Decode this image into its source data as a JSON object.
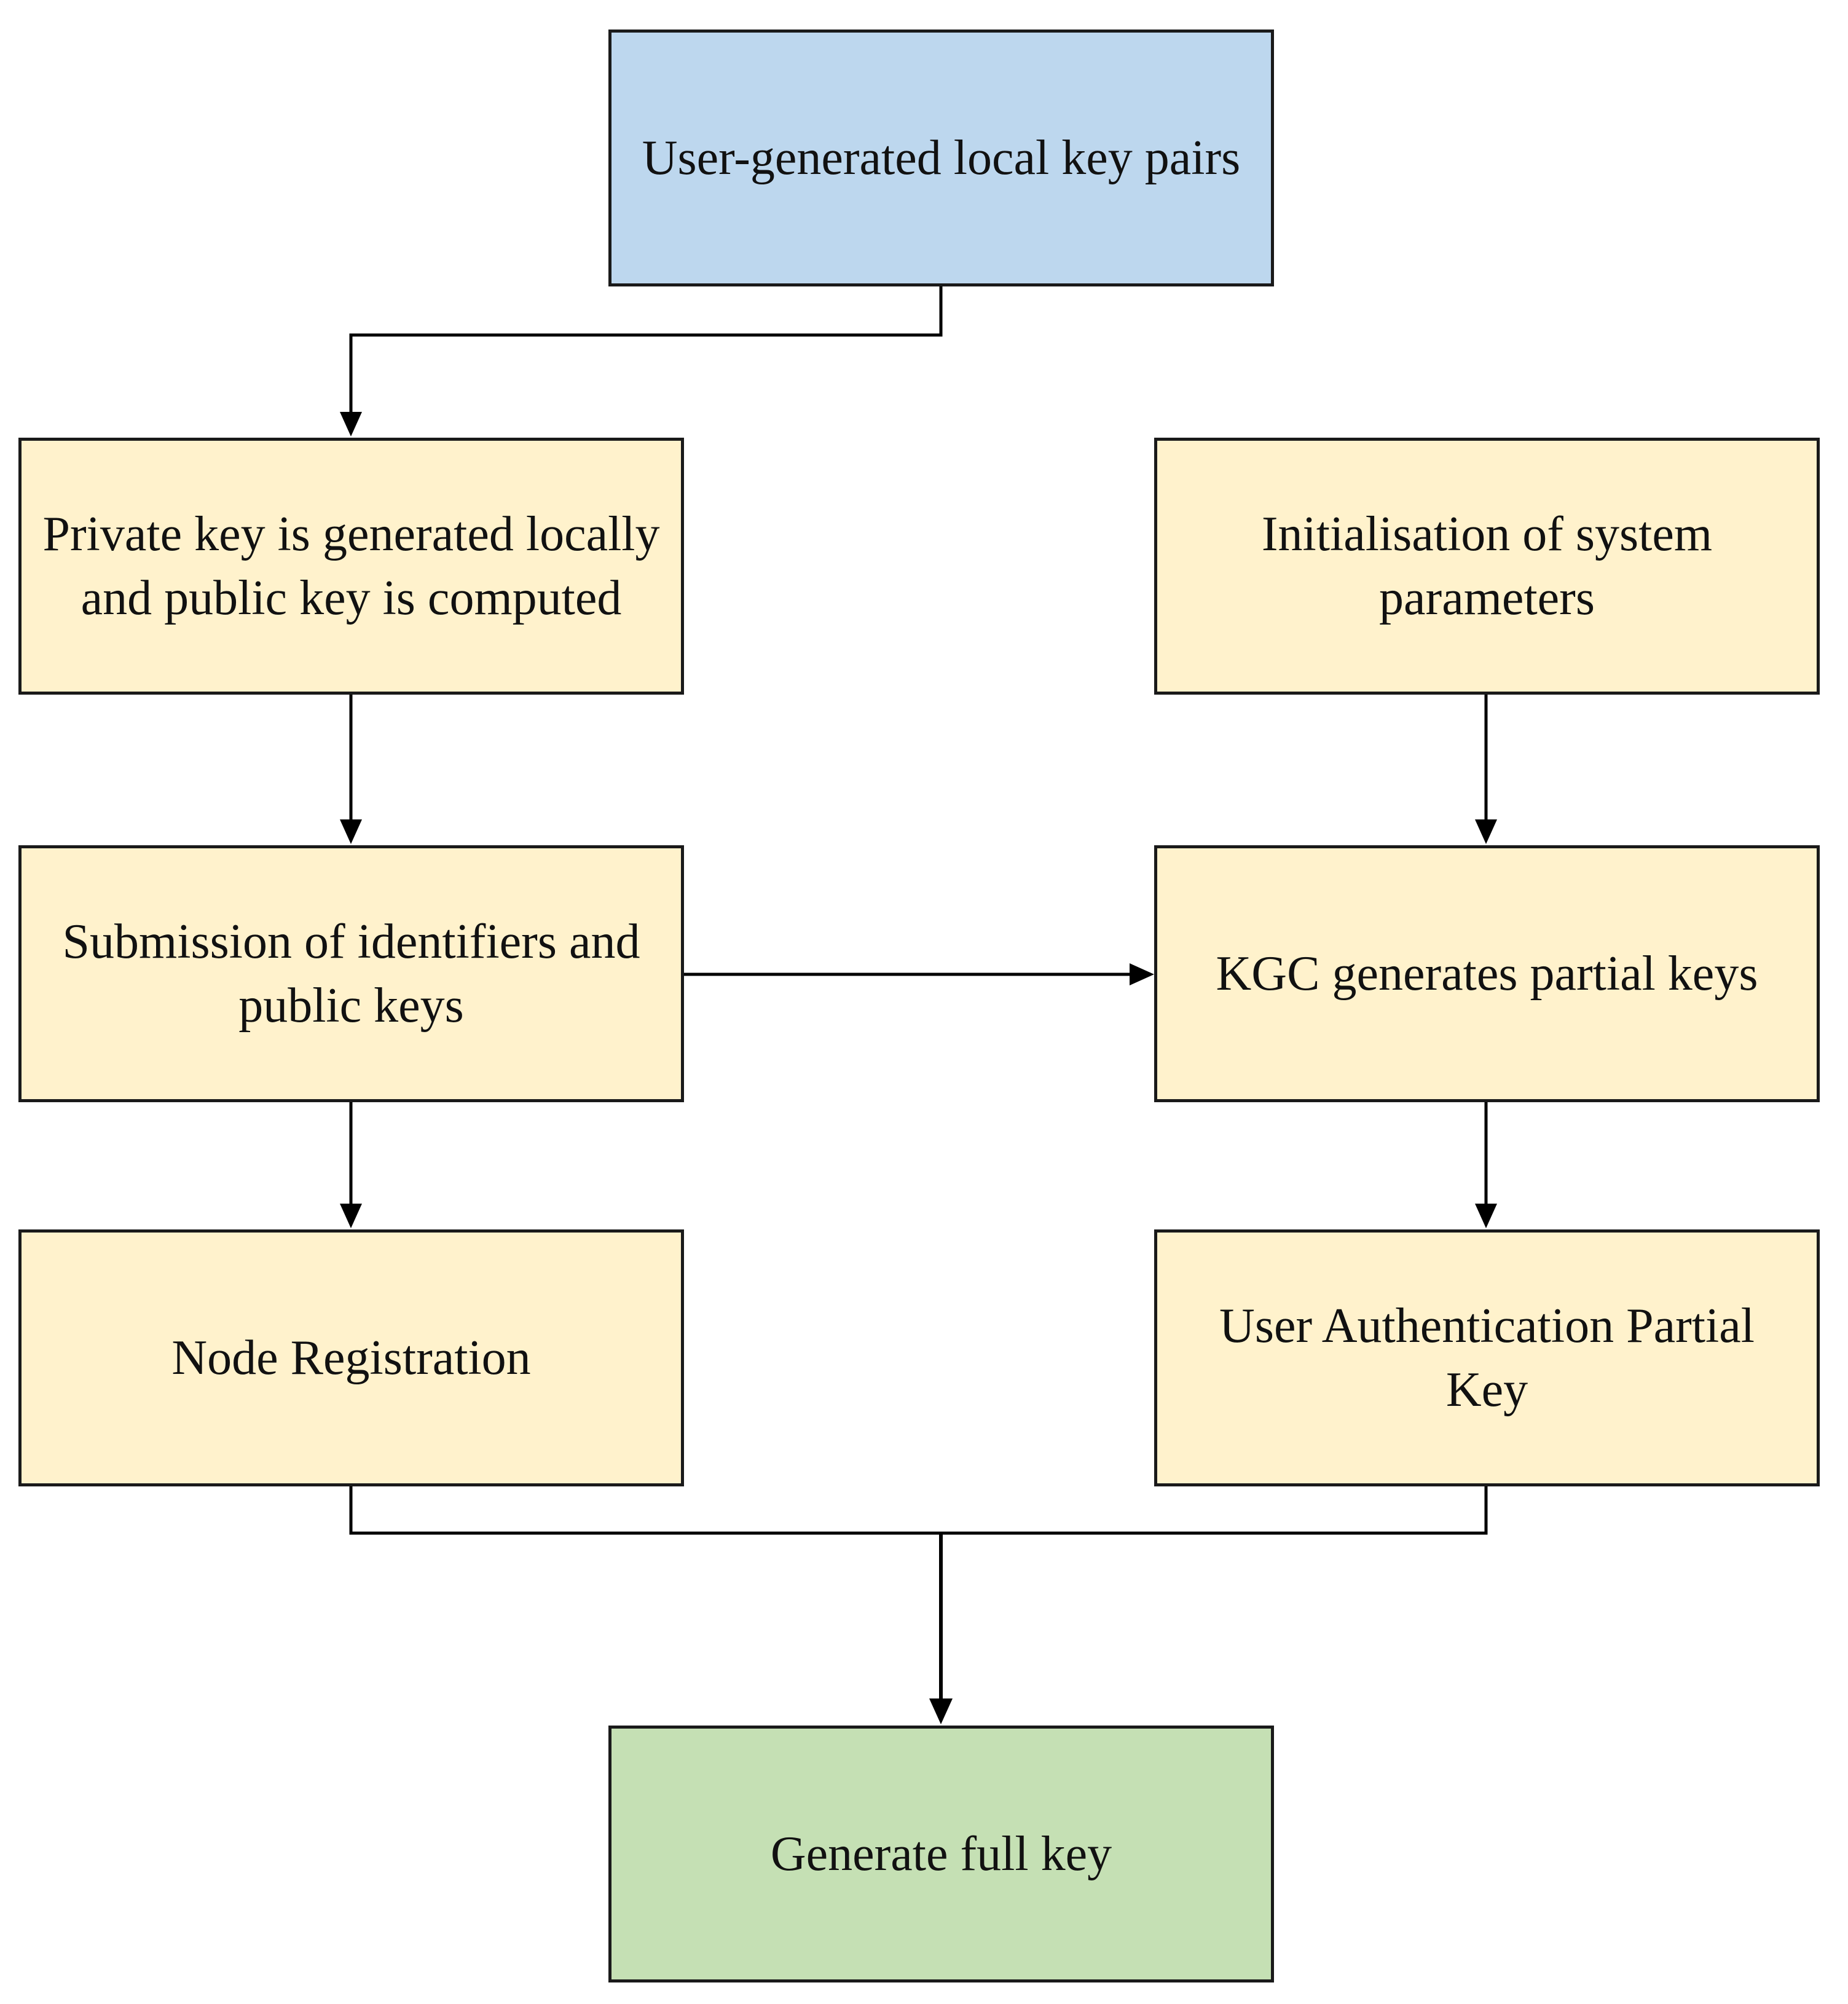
{
  "colors": {
    "start": "#bdd7ee",
    "process": "#fff2cc",
    "end": "#c5e0b4",
    "border": "#1a1a1a",
    "line": "#000000"
  },
  "nodes": {
    "user_key_pairs": "User-generated local key pairs",
    "private_key": "Private key is generated locally and public key is computed",
    "init_params": "Initialisation of system parameters",
    "submission": "Submission of identifiers and public keys",
    "kgc_partial": "KGC generates partial keys",
    "node_registration": "Node Registration",
    "user_auth": "User Authentication Partial Key",
    "full_key": "Generate full key"
  },
  "edges": [
    {
      "from": "user_key_pairs",
      "to": "private_key"
    },
    {
      "from": "private_key",
      "to": "submission"
    },
    {
      "from": "init_params",
      "to": "kgc_partial"
    },
    {
      "from": "submission",
      "to": "kgc_partial"
    },
    {
      "from": "submission",
      "to": "node_registration"
    },
    {
      "from": "kgc_partial",
      "to": "user_auth"
    },
    {
      "from": "node_registration",
      "to": "full_key"
    },
    {
      "from": "user_auth",
      "to": "full_key"
    }
  ]
}
